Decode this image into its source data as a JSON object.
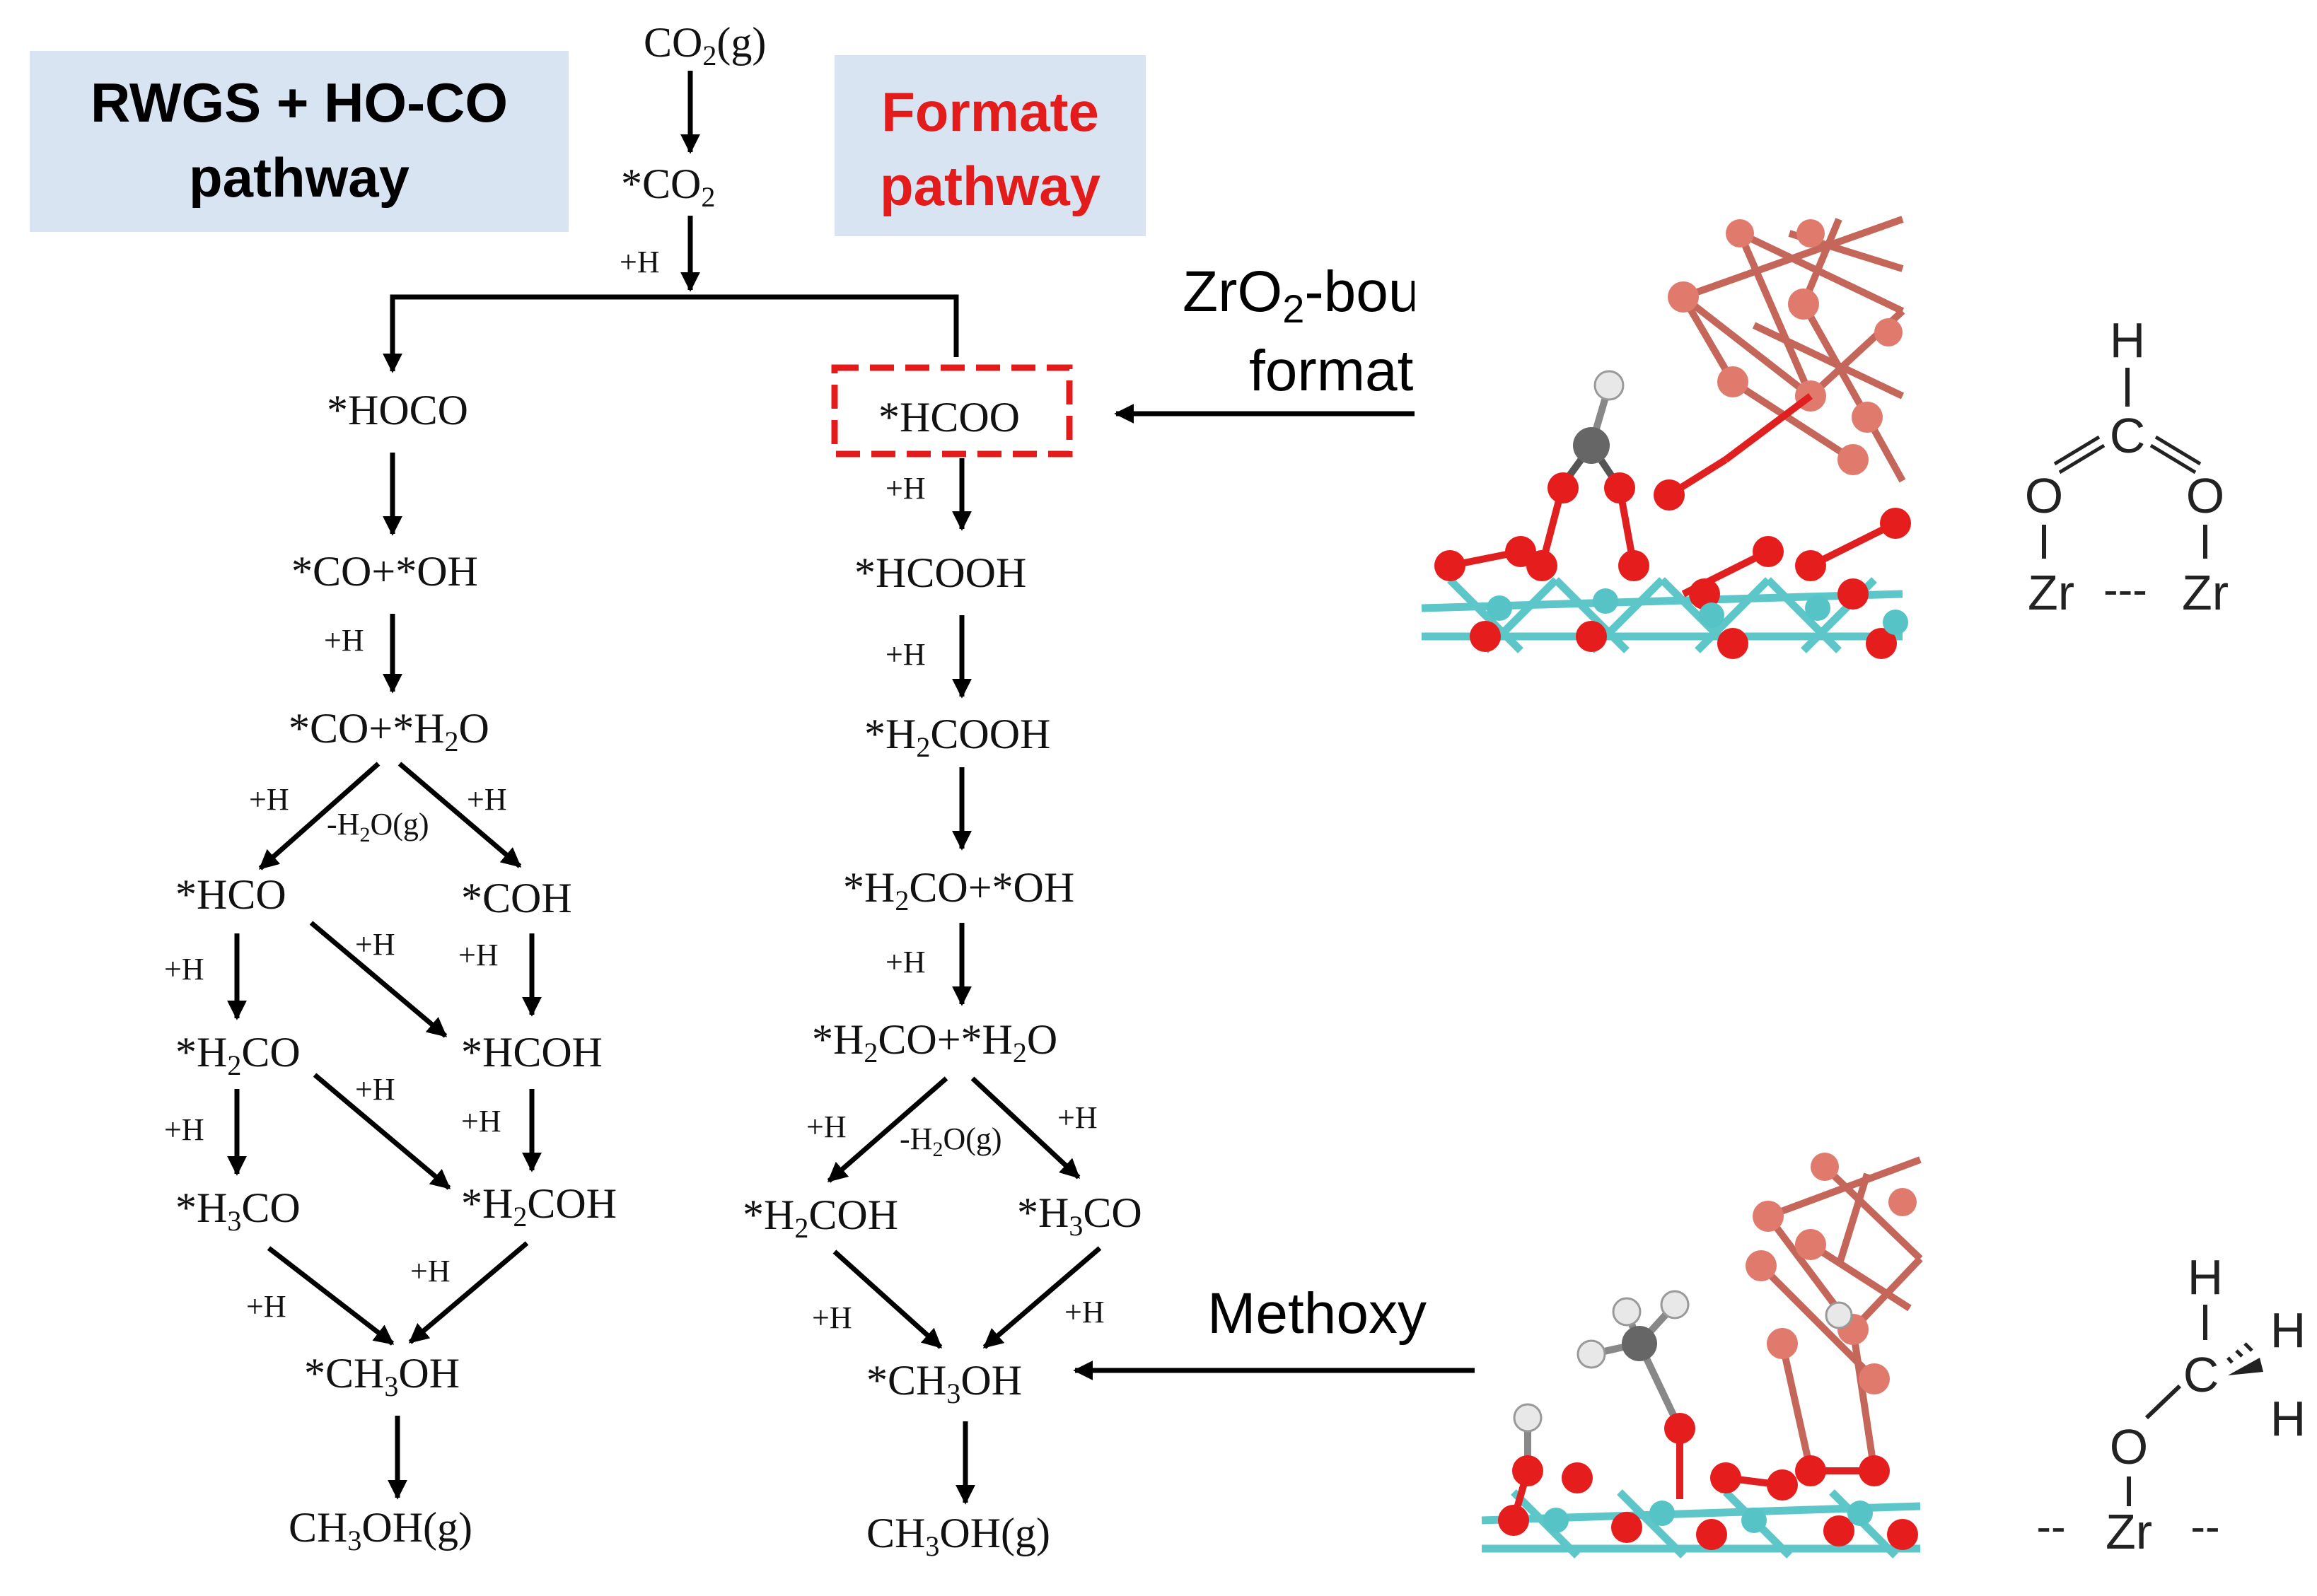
{
  "header": {
    "left_box_line1": "RWGS + HO-CO",
    "left_box_line2": "pathway",
    "right_box_line1": "Formate",
    "right_box_line2": "pathway",
    "left_box_color": "#d9e4f2",
    "right_text_color": "#e31b1b"
  },
  "top": {
    "co2g_main": "CO",
    "co2g_sub": "2",
    "co2g_tail": "(g)",
    "co2_main": "*CO",
    "co2_sub": "2",
    "plus_h": "+H"
  },
  "left_path": {
    "hoco": "*HOCO",
    "co_oh": "*CO+*OH",
    "plus_h_1": "+H",
    "co_h2o_a": "*CO+*H",
    "co_h2o_sub": "2",
    "co_h2o_b": "O",
    "plus_h_left": "+H",
    "plus_h_right": "+H",
    "minus_h2o_a": "-H",
    "minus_h2o_sub": "2",
    "minus_h2o_b": "O(g)",
    "hco": "*HCO",
    "coh": "*COH",
    "plus_h_2": "+H",
    "plus_h_diag_1": "+H",
    "plus_h_3": "+H",
    "h2co_a": "*H",
    "h2co_sub": "2",
    "h2co_b": "CO",
    "hcoh": "*HCOH",
    "plus_h_4": "+H",
    "plus_h_diag_2": "+H",
    "plus_h_5": "+H",
    "h3co_a": "*H",
    "h3co_sub": "3",
    "h3co_b": "CO",
    "h2coh_a": "*H",
    "h2coh_sub": "2",
    "h2coh_b": "COH",
    "plus_h_6": "+H",
    "plus_h_7": "+H",
    "ch3oh_a": "*CH",
    "ch3oh_sub": "3",
    "ch3oh_b": "OH",
    "ch3ohg_a": "CH",
    "ch3ohg_sub": "3",
    "ch3ohg_b": "OH(g)"
  },
  "right_path": {
    "hcoo": "*HCOO",
    "plus_h_1": "+H",
    "hcooh": "*HCOOH",
    "plus_h_2": "+H",
    "h2cooh_a": "*H",
    "h2cooh_sub": "2",
    "h2cooh_b": "COOH",
    "h2co_oh_a": "*H",
    "h2co_oh_sub": "2",
    "h2co_oh_b": "CO+*OH",
    "plus_h_3": "+H",
    "h2co_h2o_a": "*H",
    "h2co_h2o_sub1": "2",
    "h2co_h2o_b": "CO+*H",
    "h2co_h2o_sub2": "2",
    "h2co_h2o_c": "O",
    "plus_h_left": "+H",
    "plus_h_right": "+H",
    "minus_h2o_a": "-H",
    "minus_h2o_sub": "2",
    "minus_h2o_b": "O(g)",
    "h2coh_a": "*H",
    "h2coh_sub": "2",
    "h2coh_b": "COH",
    "h3co_a": "*H",
    "h3co_sub": "3",
    "h3co_b": "CO",
    "plus_h_4": "+H",
    "plus_h_5": "+H",
    "ch3oh_a": "*CH",
    "ch3oh_sub": "3",
    "ch3oh_b": "OH",
    "ch3ohg_a": "CH",
    "ch3ohg_sub": "3",
    "ch3ohg_b": "OH(g)"
  },
  "annotations": {
    "formate_label_a": "ZrO",
    "formate_label_sub": "2",
    "formate_label_b": "-bound",
    "formate_label_line2": "formate",
    "methoxy_label": "Methoxy"
  },
  "structures": {
    "formate": {
      "h": "H",
      "c": "C",
      "o_left": "O",
      "o_right": "O",
      "zr_left": "Zr",
      "zr_right": "Zr",
      "dash": "---"
    },
    "methoxy": {
      "h_top": "H",
      "h_right1": "H",
      "h_right2": "H",
      "c": "C",
      "o": "O",
      "zr": "Zr",
      "dash_left": "--",
      "dash_right": "--"
    }
  }
}
